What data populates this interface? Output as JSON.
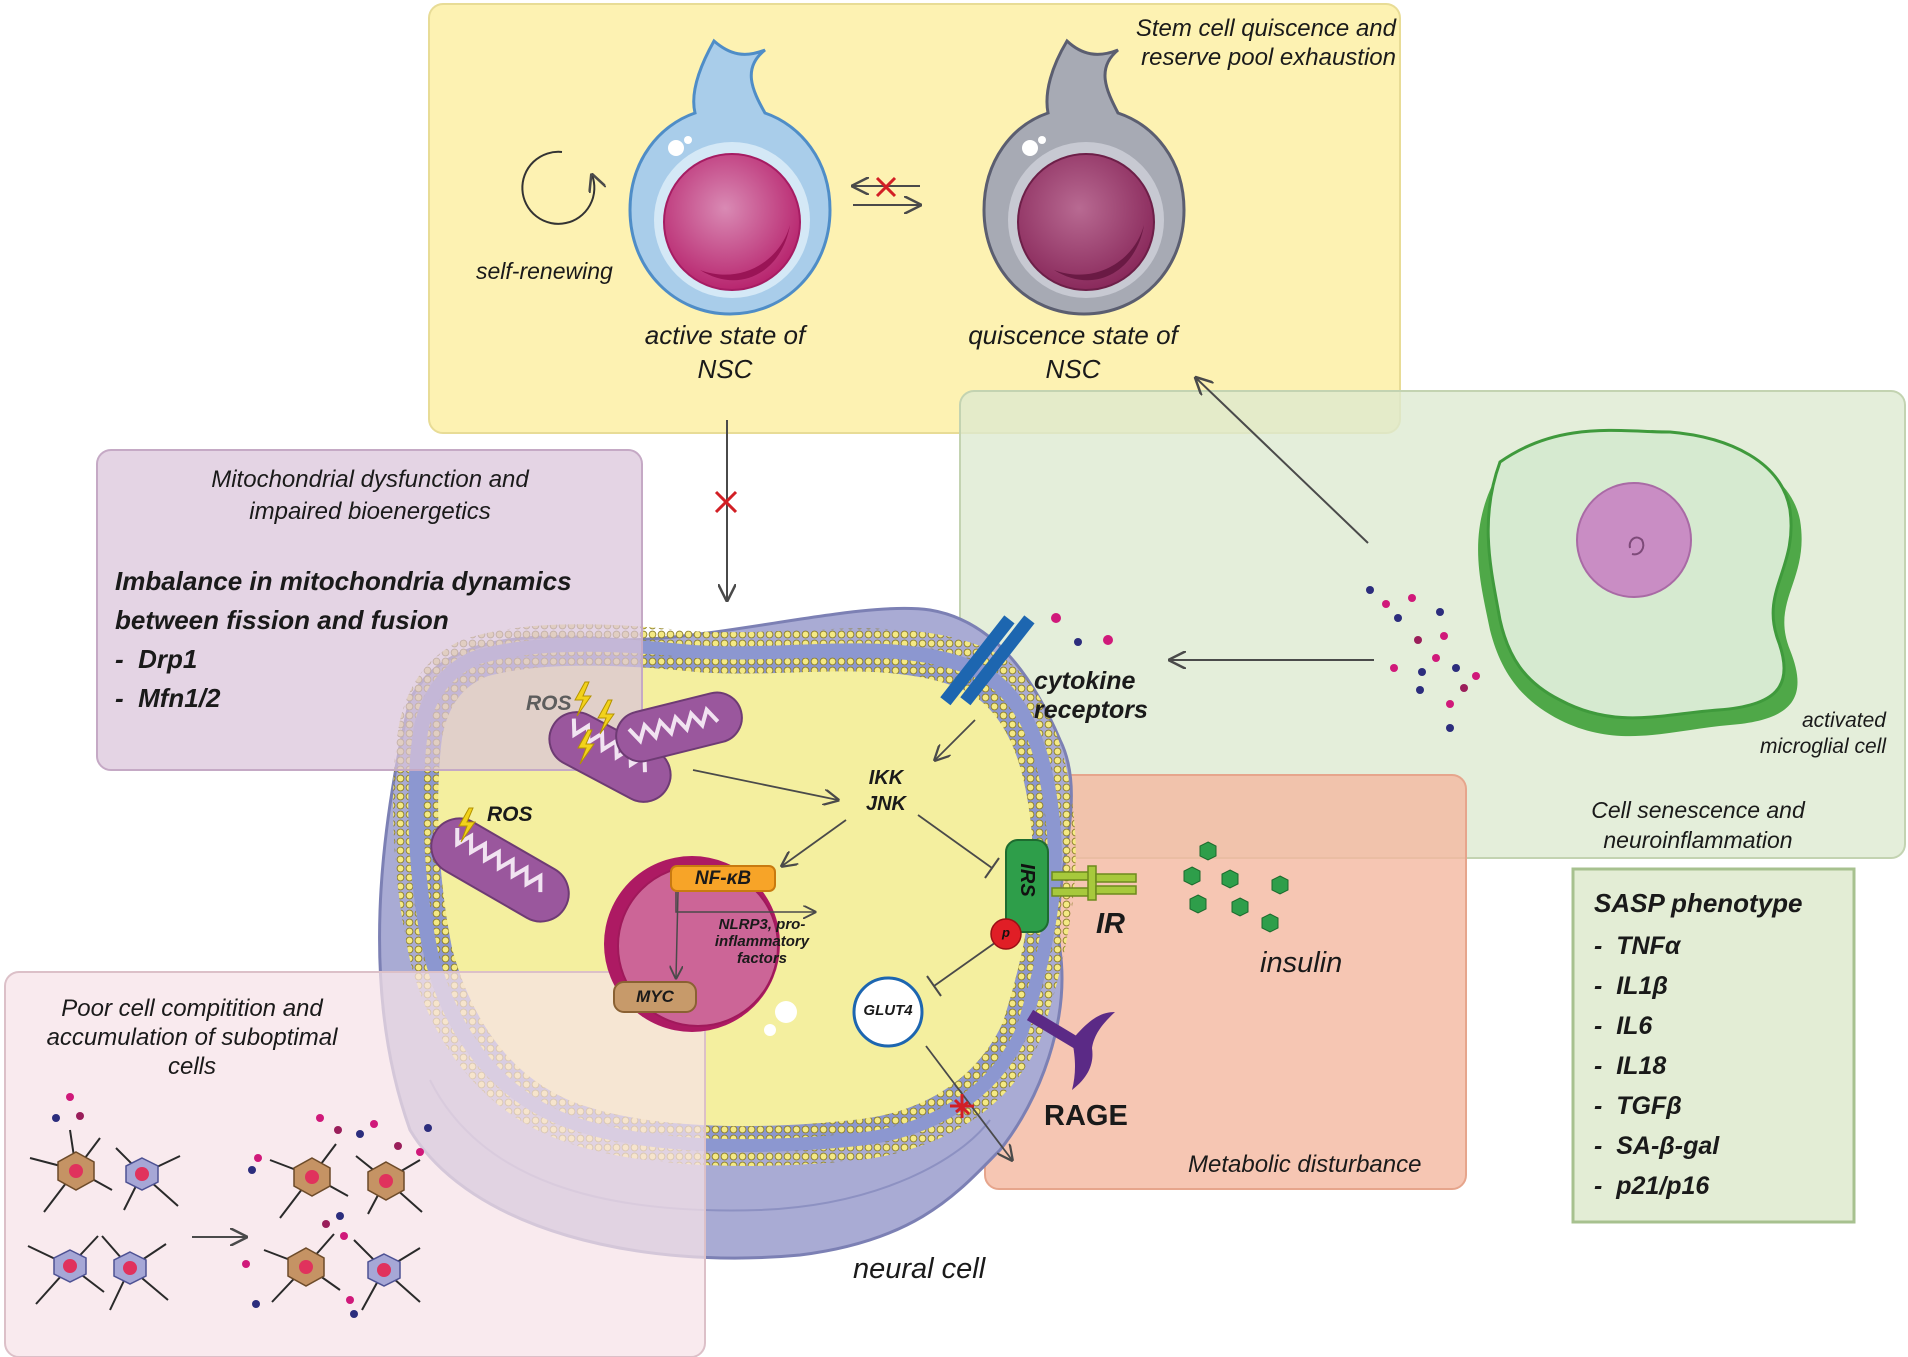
{
  "colors": {
    "yellow_panel": "#fdf2b2",
    "green_panel": "#e2edd6",
    "purple_panel": "#e4d5e4",
    "orange_panel": "#f6c4b0",
    "pink_panel": "#f8eaee",
    "cell_cytoplasm": "#f4ef9f",
    "nucleus": "#c65b8f",
    "mitochondria": "#9a579d",
    "receptor_blue": "#1d66b0",
    "irs_green": "#2e9e4a",
    "rage_purple": "#5b2a86",
    "inhibition_red": "#d21f25"
  },
  "stem_cell": {
    "title": "Stem cell quiscence and reserve pool exhaustion",
    "self_renewing": "self-renewing",
    "active_state": "active state of NSC",
    "quiescence_state": "quiscence state of NSC"
  },
  "mitochondria": {
    "title": "Mitochondrial dysfunction and impaired bioenergetics",
    "heading": "Imbalance in mitochondria dynamics between fission and fusion",
    "items": [
      "Drp1",
      "Mfn1/2"
    ],
    "ros_label": "ROS"
  },
  "neural_cell": {
    "label": "neural cell",
    "cytokine_receptors": "cytokine receptors",
    "kinases": "IKK JNK",
    "nfkb": "NF-κB",
    "nlrp3": "NLRP3, pro-inflammatory factors",
    "myc": "MYC",
    "irs": "IRS",
    "p": "p",
    "ir": "IR",
    "glut4": "GLUT4",
    "rage": "RAGE",
    "insulin": "insulin"
  },
  "senescence": {
    "microglia": "activated microglial cell",
    "title": "Cell senescence and neuroinflammation"
  },
  "metabolic": {
    "title": "Metabolic disturbance"
  },
  "competition": {
    "title": "Poor cell compitition and accumulation of suboptimal cells"
  },
  "sasp": {
    "title": "SASP phenotype",
    "items": [
      "TNFα",
      "IL1β",
      "IL6",
      "IL18",
      "TGFβ",
      "SA-β-gal",
      "p21/p16"
    ]
  }
}
